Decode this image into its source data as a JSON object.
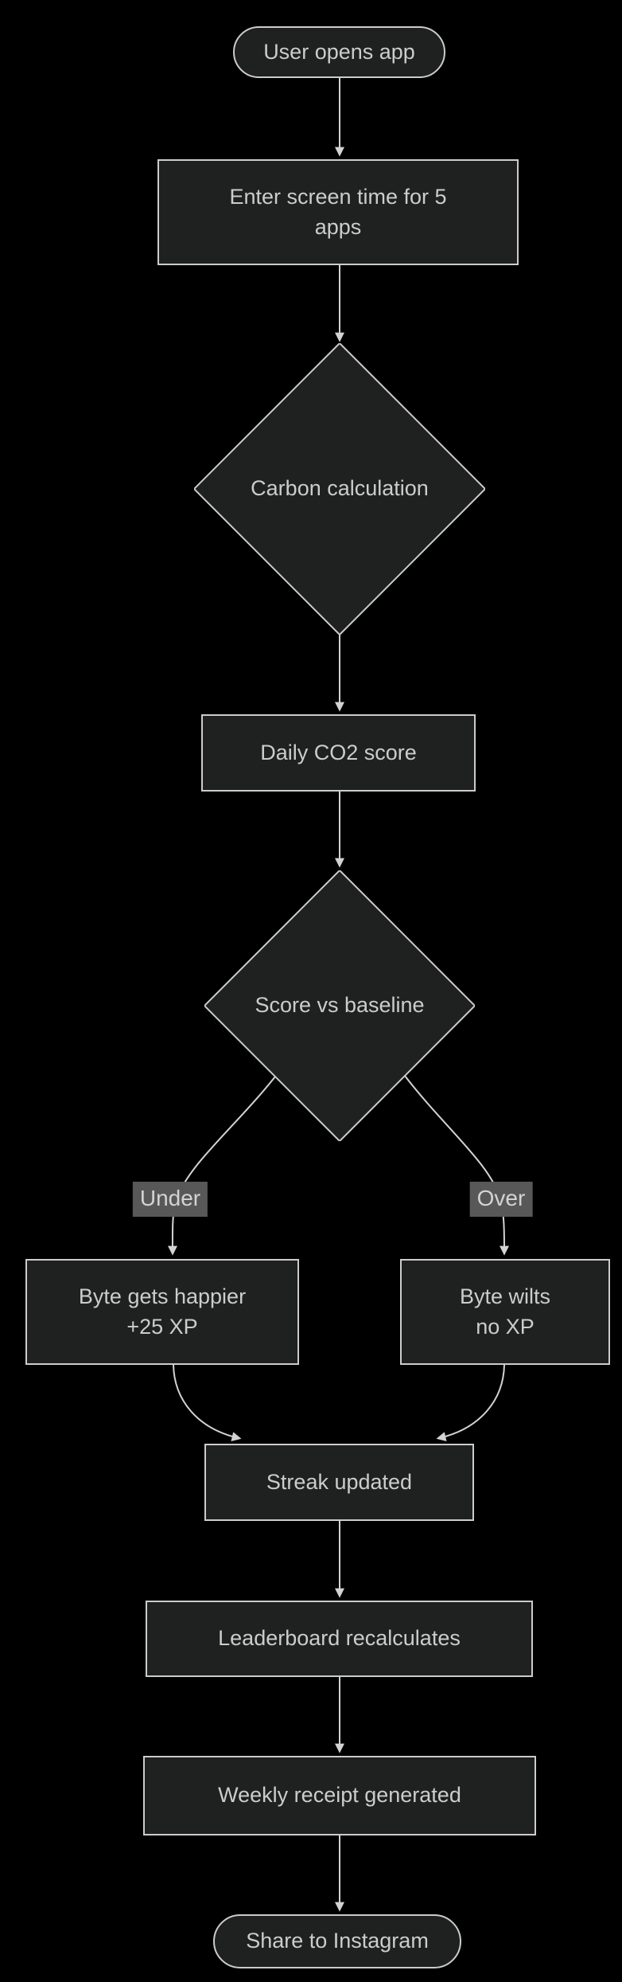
{
  "colors": {
    "background": "#000000",
    "node_fill": "#1f2020",
    "node_border": "#cccccc",
    "node_text": "#cccccc",
    "edge_line": "#d3d3d3",
    "edge_label_bg": "#585858",
    "edge_label_text": "#d3d3d3"
  },
  "diagram": {
    "type": "flowchart",
    "direction": "top-down",
    "nodes": [
      {
        "id": "start",
        "shape": "stadium",
        "label": "User opens app"
      },
      {
        "id": "enter",
        "shape": "rect",
        "label": "Enter screen time for 5\napps"
      },
      {
        "id": "carbon",
        "shape": "diamond",
        "label": "Carbon calculation"
      },
      {
        "id": "score",
        "shape": "rect",
        "label": "Daily CO2 score"
      },
      {
        "id": "baseline",
        "shape": "diamond",
        "label": "Score vs baseline"
      },
      {
        "id": "happier",
        "shape": "rect",
        "label": "Byte gets happier\n+25 XP"
      },
      {
        "id": "wilts",
        "shape": "rect",
        "label": "Byte wilts\nno XP"
      },
      {
        "id": "streak",
        "shape": "rect",
        "label": "Streak updated"
      },
      {
        "id": "leaderboard",
        "shape": "rect",
        "label": "Leaderboard recalculates"
      },
      {
        "id": "receipt",
        "shape": "rect",
        "label": "Weekly receipt generated"
      },
      {
        "id": "share",
        "shape": "stadium",
        "label": "Share to Instagram"
      }
    ],
    "edges": [
      {
        "from": "start",
        "to": "enter",
        "label": ""
      },
      {
        "from": "enter",
        "to": "carbon",
        "label": ""
      },
      {
        "from": "carbon",
        "to": "score",
        "label": ""
      },
      {
        "from": "score",
        "to": "baseline",
        "label": ""
      },
      {
        "from": "baseline",
        "to": "happier",
        "label": "Under"
      },
      {
        "from": "baseline",
        "to": "wilts",
        "label": "Over"
      },
      {
        "from": "happier",
        "to": "streak",
        "label": ""
      },
      {
        "from": "wilts",
        "to": "streak",
        "label": ""
      },
      {
        "from": "streak",
        "to": "leaderboard",
        "label": ""
      },
      {
        "from": "leaderboard",
        "to": "receipt",
        "label": ""
      },
      {
        "from": "receipt",
        "to": "share",
        "label": ""
      }
    ]
  }
}
